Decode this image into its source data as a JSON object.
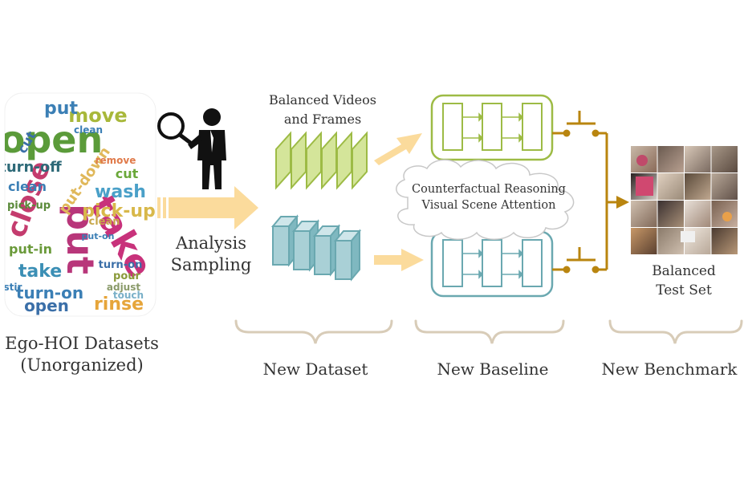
{
  "word_cloud": {
    "words": [
      {
        "text": "open",
        "color": "#5b9b3a"
      },
      {
        "text": "put",
        "color": "#b8367a"
      },
      {
        "text": "take",
        "color": "#c8327b"
      },
      {
        "text": "close",
        "color": "#c43c6e"
      },
      {
        "text": "move",
        "color": "#a8b83a"
      },
      {
        "text": "put",
        "color": "#3b7fb5"
      },
      {
        "text": "wash",
        "color": "#4aa0c8"
      },
      {
        "text": "pick-up",
        "color": "#d8b84a"
      },
      {
        "text": "put-down",
        "color": "#e0b85a"
      },
      {
        "text": "turn-off",
        "color": "#2e6a78"
      },
      {
        "text": "take",
        "color": "#3b8fb5"
      },
      {
        "text": "rinse",
        "color": "#e6a53a"
      },
      {
        "text": "open",
        "color": "#3b6fa8"
      },
      {
        "text": "turn-on",
        "color": "#3b7fb5"
      },
      {
        "text": "put-in",
        "color": "#6a9a3a"
      },
      {
        "text": "cut",
        "color": "#6aa83a"
      },
      {
        "text": "clean",
        "color": "#3b7fb5"
      },
      {
        "text": "pick-up",
        "color": "#5a8a3a"
      },
      {
        "text": "remove",
        "color": "#e07a4a"
      },
      {
        "text": "clean",
        "color": "#c8a84a"
      },
      {
        "text": "cut",
        "color": "#3b6fa8"
      },
      {
        "text": "pour",
        "color": "#8a9a3a"
      },
      {
        "text": "stir",
        "color": "#3b7fb5"
      },
      {
        "text": "touch",
        "color": "#7ab0c8"
      },
      {
        "text": "put-on",
        "color": "#3b7fb5"
      },
      {
        "text": "turn-on",
        "color": "#3b6fa8"
      },
      {
        "text": "clean",
        "color": "#3b7fb5"
      },
      {
        "text": "adjust",
        "color": "#8a9a6a"
      }
    ]
  },
  "labels": {
    "datasets": "Ego-HOI Datasets",
    "datasets_sub": "(Unorganized)",
    "analysis": "Analysis",
    "sampling": "Sampling",
    "balanced_videos": "Balanced Videos",
    "and_frames": "and Frames",
    "cf_reasoning": "Counterfactual Reasoning",
    "visual_scene": "Visual Scene Attention",
    "balanced": "Balanced",
    "test_set": "Test Set",
    "new_dataset": "New Dataset",
    "new_baseline": "New Baseline",
    "new_benchmark": "New Benchmark"
  },
  "colors": {
    "green": "#9dbb45",
    "teal": "#6aa8b0",
    "teal_fill": "#a9d0d6",
    "arrow": "#fbdb9c",
    "gold": "#b9850f",
    "brace": "#d8ccb8",
    "cloud": "#c8c8c8"
  },
  "icons": [
    "magnifier-person-icon"
  ]
}
